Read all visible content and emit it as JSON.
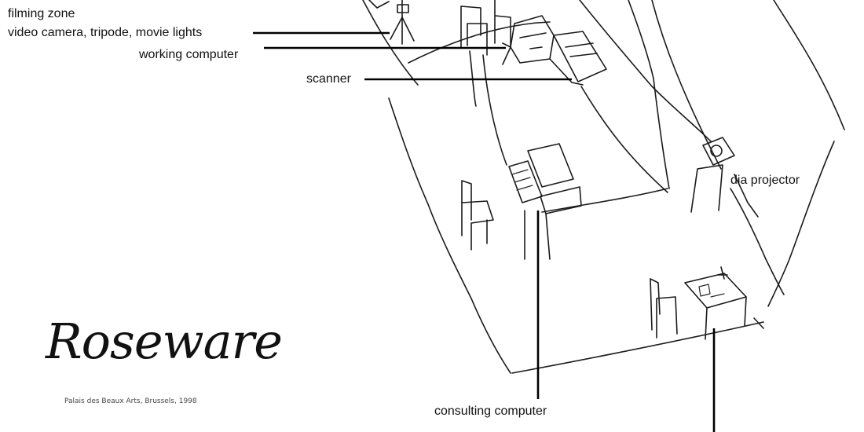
{
  "labels": {
    "filming_zone": "filming zone",
    "camera_equipment": "video camera, tripode, movie lights",
    "working_computer": "working computer",
    "scanner": "scanner",
    "dia_projector": "dia projector",
    "consulting_computer": "consulting computer"
  },
  "logo": {
    "name": "Roseware",
    "caption": "Palais des Beaux Arts, Brussels, 1998"
  }
}
